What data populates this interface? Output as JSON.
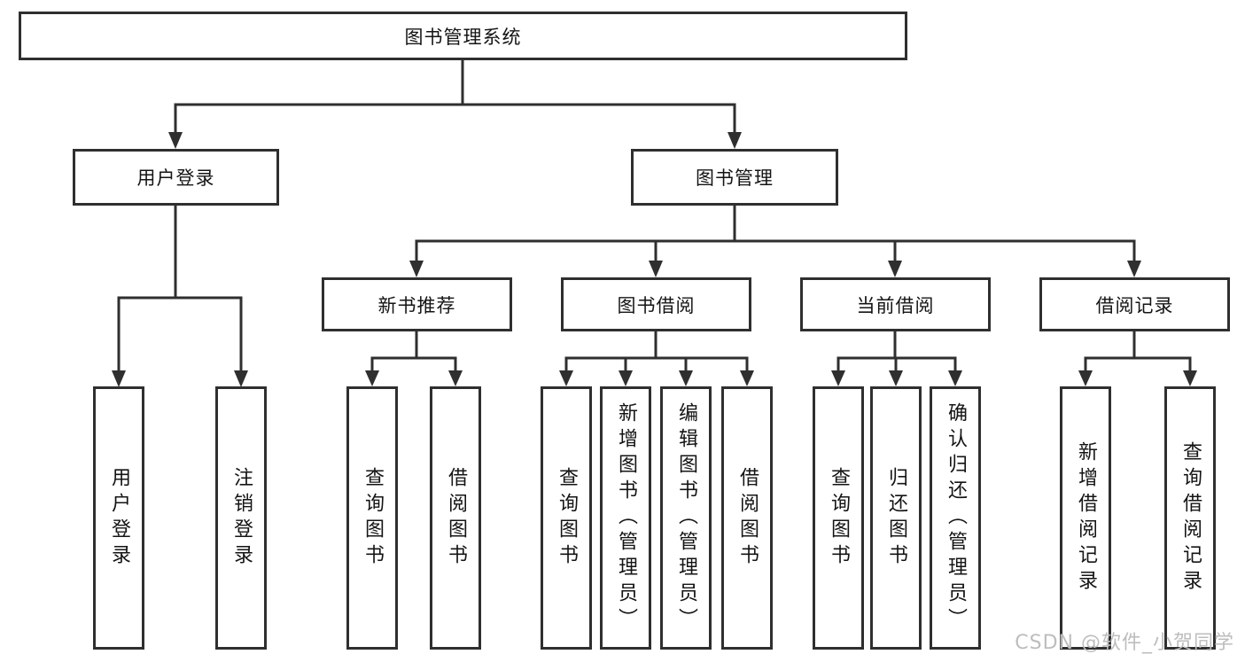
{
  "tree": {
    "root": {
      "label": "图书管理系统"
    },
    "branches": [
      {
        "label": "用户登录",
        "children": [
          {
            "label": "用户登录"
          },
          {
            "label": "注销登录"
          }
        ]
      },
      {
        "label": "图书管理",
        "children": [
          {
            "label": "新书推荐",
            "children": [
              {
                "label": "查询图书"
              },
              {
                "label": "借阅图书"
              }
            ]
          },
          {
            "label": "图书借阅",
            "children": [
              {
                "label": "查询图书"
              },
              {
                "label": "新增图书（管理员）"
              },
              {
                "label": "编辑图书（管理员）"
              },
              {
                "label": "借阅图书"
              }
            ]
          },
          {
            "label": "当前借阅",
            "children": [
              {
                "label": "查询图书"
              },
              {
                "label": "归还图书"
              },
              {
                "label": "确认归还（管理员）"
              }
            ]
          },
          {
            "label": "借阅记录",
            "children": [
              {
                "label": "新增借阅记录"
              },
              {
                "label": "查询借阅记录"
              }
            ]
          }
        ]
      }
    ]
  },
  "watermark": "CSDN @软件_小贺同学",
  "colors": {
    "line": "#2f2f2f",
    "text": "#141414",
    "watermark": "#bdbdbd",
    "background": "#ffffff"
  }
}
